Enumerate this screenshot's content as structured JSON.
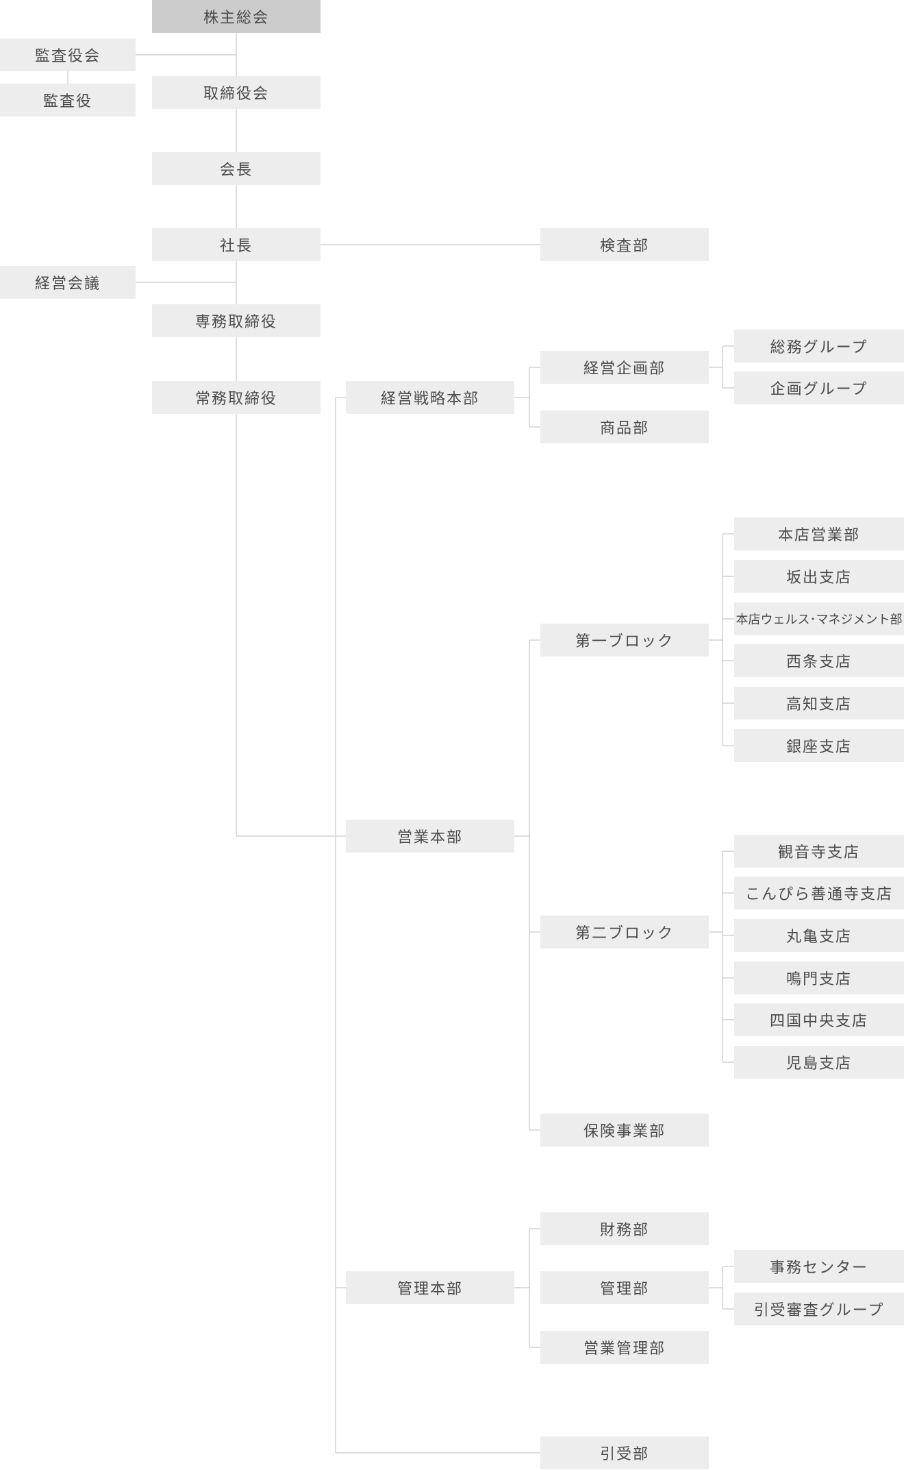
{
  "org": {
    "shareholders_meeting": "株主総会",
    "audit_board": "監査役会",
    "auditor": "監査役",
    "board_of_directors": "取締役会",
    "chairman": "会長",
    "president": "社長",
    "inspection_dept": "検査部",
    "management_meeting": "経営会議",
    "senior_managing_director": "専務取締役",
    "managing_director": "常務取締役",
    "strategy_hq": {
      "label": "経営戦略本部",
      "planning_dept": "経営企画部",
      "planning_groups": [
        "総務グループ",
        "企画グループ"
      ],
      "product_dept": "商品部"
    },
    "sales_hq": {
      "label": "営業本部",
      "block1": {
        "label": "第一ブロック",
        "branches": [
          "本店営業部",
          "坂出支店",
          "本店ウェルス･マネジメント部",
          "西条支店",
          "高知支店",
          "銀座支店"
        ]
      },
      "block2": {
        "label": "第二ブロック",
        "branches": [
          "観音寺支店",
          "こんぴら善通寺支店",
          "丸亀支店",
          "鳴門支店",
          "四国中央支店",
          "児島支店"
        ]
      },
      "insurance_dept": "保険事業部"
    },
    "admin_hq": {
      "label": "管理本部",
      "finance_dept": "財務部",
      "admin_dept": "管理部",
      "admin_groups": [
        "事務センター",
        "引受審査グループ"
      ],
      "sales_admin_dept": "営業管理部"
    },
    "underwriting_dept": "引受部"
  }
}
